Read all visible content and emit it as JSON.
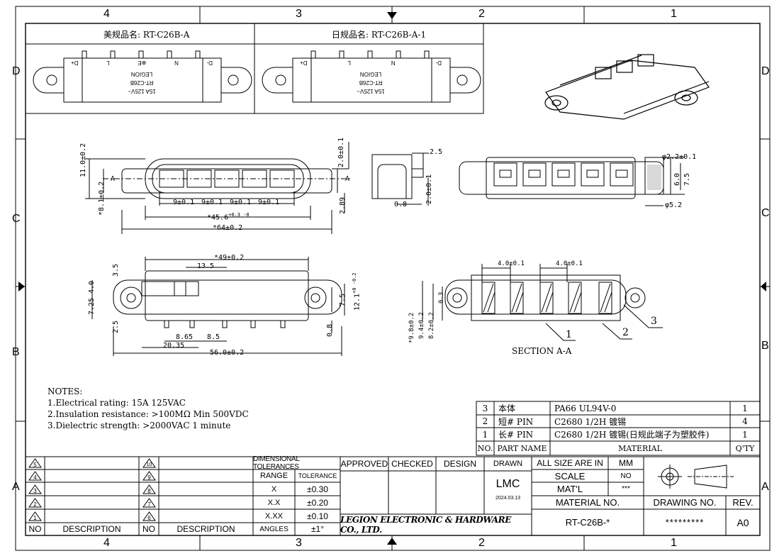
{
  "zones": {
    "top": [
      "4",
      "3",
      "2",
      "1"
    ],
    "bottom": [
      "4",
      "3",
      "2",
      "1"
    ],
    "left": [
      "D",
      "C",
      "B",
      "A"
    ],
    "right": [
      "D",
      "C",
      "B",
      "A"
    ]
  },
  "views": {
    "us_label": "美规品名: RT-C26B-A",
    "jp_label": "日规品名: RT-C26B-A-1",
    "us_pins": [
      "D+",
      "L",
      "⊕E",
      "N",
      "D-"
    ],
    "jp_pins": [
      "D+",
      "L",
      "N",
      "D-"
    ],
    "body_text": [
      "LEGION",
      "RT-C26B",
      "15A 125V~"
    ],
    "section_label": "SECTION A-A",
    "section_marks": [
      "1",
      "2",
      "3"
    ]
  },
  "dims": {
    "front": {
      "h_total": "11.0±0.2",
      "h_pin": "*8.1±0.2",
      "pitch": [
        "9±0.1",
        "9±0.1",
        "9±0.1",
        "9±0.1"
      ],
      "pitch_last": "9±0.1",
      "span": "*45.6",
      "span_tol": "+0.3 -0",
      "overall": "*64±0.2",
      "thickness": "2.0±0.1",
      "offset": "2.89",
      "sec_a": "A"
    },
    "side": {
      "a": "2.5",
      "b": "2.0±0.1",
      "c": "0.8"
    },
    "right": {
      "hole": "φ2.2±0.1",
      "h1": "6.0",
      "h2": "7.5",
      "dia": "φ5.2"
    },
    "bottom": {
      "w1": "*49±0.2",
      "w2": "13.5",
      "h1": "3.5",
      "h2": "4.0",
      "h3": "7.25",
      "h4": "2.5",
      "p1": "8.65",
      "p2": "8.5",
      "p3": "20.35",
      "overall": "56.0±0.2",
      "r1": "7.5",
      "r2": "12.1",
      "r2_tol": "+0 -0.2",
      "pin": "0.8"
    },
    "section": {
      "t1": "4.0±0.1",
      "t2": "4.0±0.1",
      "v1": "0.3",
      "v2": "*9.8±0.2",
      "v3": "9.4±0.2",
      "v4": "8.2±0.2"
    }
  },
  "notes": {
    "heading": "NOTES:",
    "items": [
      "1.Electrical rating: 15A 125VAC",
      "2.Insulation resistance: >100MΩ Min 500VDC",
      "3.Dielectric strength: >2000VAC 1 minute"
    ]
  },
  "bom": {
    "rows": [
      {
        "no": "3",
        "name": "本体",
        "material": "PA66 UL94V-0",
        "qty": "1"
      },
      {
        "no": "2",
        "name": "短# PIN",
        "material": "C2680 1/2H  镀锡",
        "qty": "4"
      },
      {
        "no": "1",
        "name": "长# PIN",
        "material": "C2680 1/2H  镀锡(日规此端子为塑胶件)",
        "qty": "1"
      }
    ],
    "header": {
      "no": "NO.",
      "name": "PART NAME",
      "material": "MATERIAL",
      "qty": "Q'TY"
    }
  },
  "revisions": {
    "left_nums": [
      "5",
      "4",
      "3",
      "2",
      "1"
    ],
    "right_nums": [
      "10",
      "9",
      "8",
      "7",
      "6"
    ],
    "no": "NO",
    "description": "DESCRIPTION"
  },
  "tolerances": {
    "title": "DIMENSIONAL TOLERANCES",
    "range": "RANGE",
    "tolerance": "TOLERANCE",
    "rows": [
      {
        "range": "X",
        "tol": "±0.30"
      },
      {
        "range": "X.X",
        "tol": "±0.20"
      },
      {
        "range": "X.XX",
        "tol": "±0.10"
      },
      {
        "range": "ANGLES",
        "tol": "±1°"
      }
    ]
  },
  "titleblock": {
    "approved": "APPROVED",
    "checked": "CHECKED",
    "design": "DESIGN",
    "drawn": "DRAWN",
    "drawn_by": "LMC",
    "date": "2024.03.13",
    "company": "LEGION ELECTRONIC & HARDWARE CO., LTD.",
    "all_size": "ALL SIZE ARE IN",
    "unit": "MM",
    "scale": "SCALE",
    "scale_val": "NO",
    "matl": "MAT'L",
    "matl_val": "***",
    "material_no": "MATERIAL NO.",
    "part_no": "RT-C26B-*",
    "drawing_no": "DRAWING NO.",
    "drawing_val": "*********",
    "rev": "REV.",
    "rev_val": "A0"
  }
}
